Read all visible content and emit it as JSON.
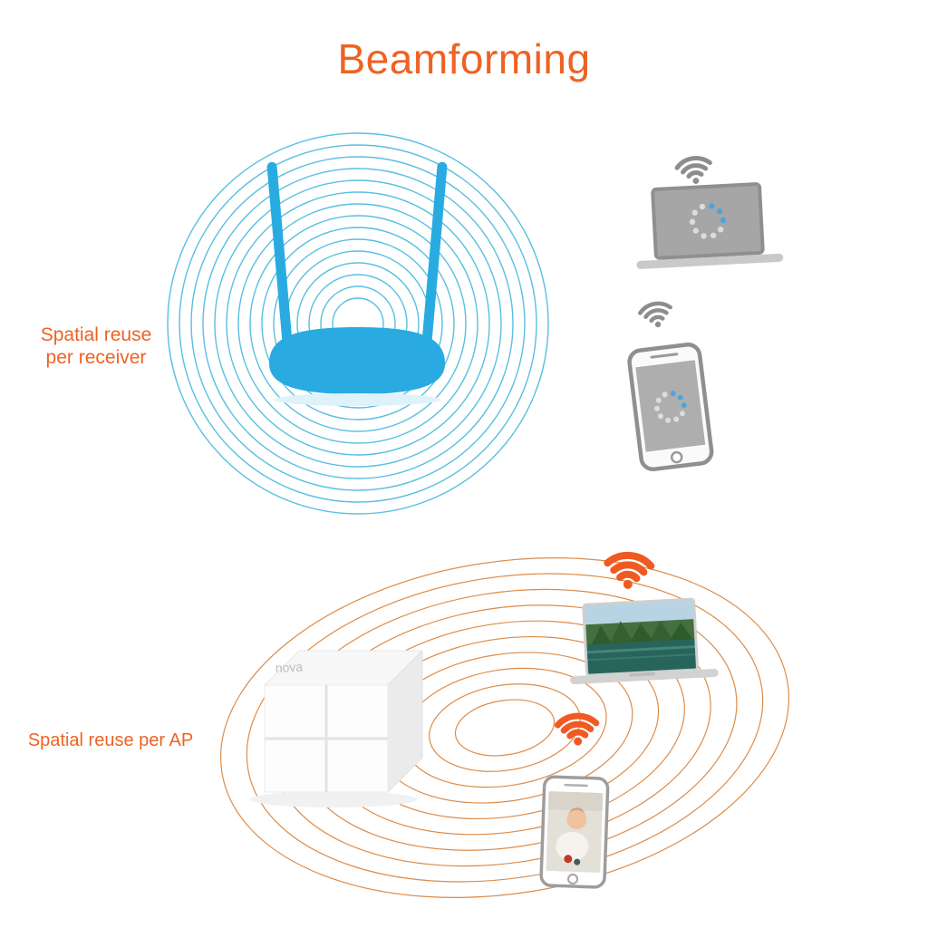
{
  "title": "Beamforming",
  "sections": {
    "top": {
      "label_line1": "Spatial reuse",
      "label_line2": "per receiver"
    },
    "bottom": {
      "label": "Spatial reuse per AP"
    }
  },
  "cube": {
    "brand": "nova"
  },
  "icons": {
    "wifi": "wifi-icon",
    "spinner": "loading-spinner"
  },
  "colors": {
    "accent_orange": "#ee6223",
    "router_blue": "#29abe2",
    "wave_blue": "#3cb4dc",
    "wave_orange": "#dd8c49",
    "device_gray": "#8d8d8d",
    "wifi_orange": "#f05a22",
    "spinner_blue": "#4fa3dc"
  }
}
